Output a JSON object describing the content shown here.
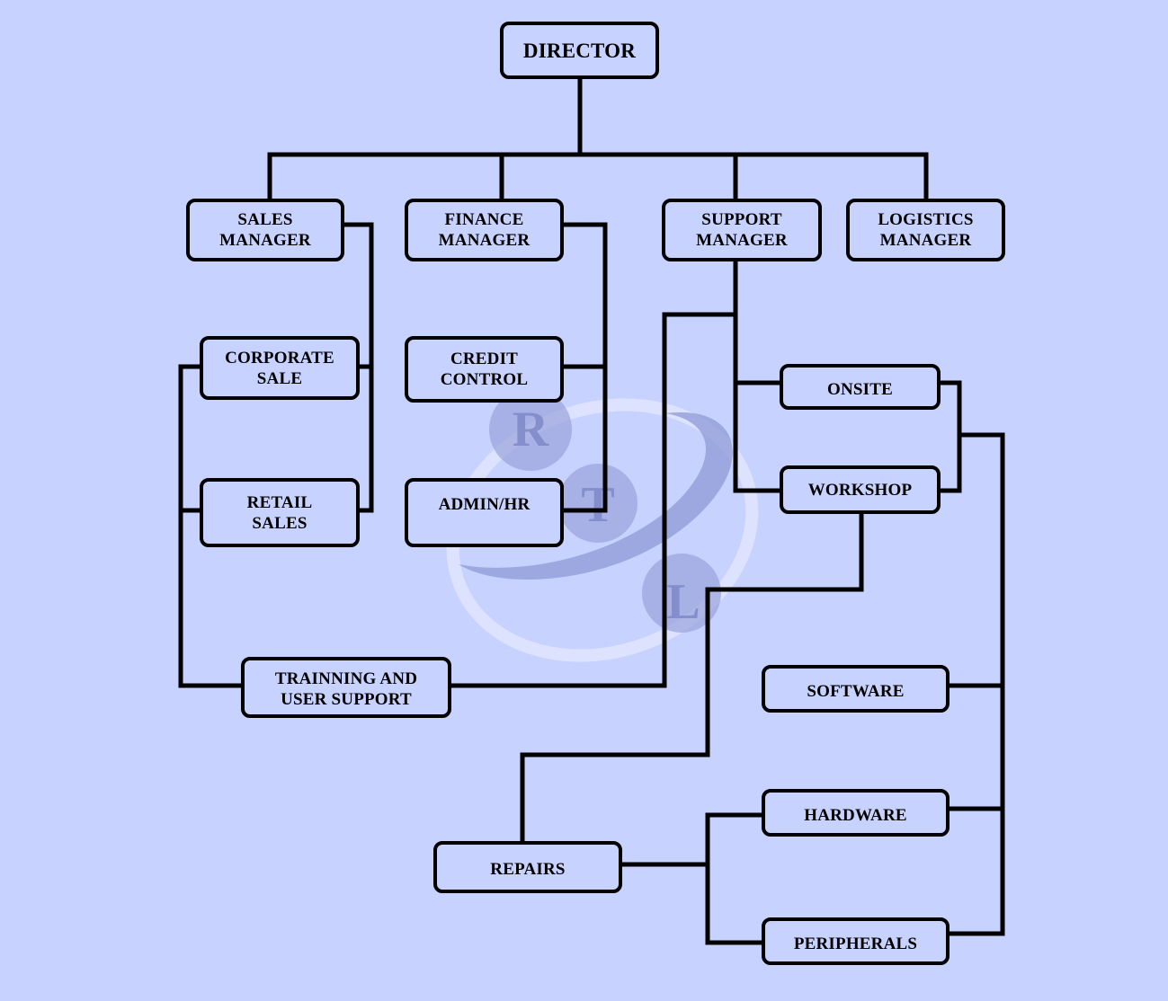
{
  "colors": {
    "background": "#c8d2fe",
    "line": "#000000",
    "box_fill": "#c8d2fe",
    "watermark": "#8f9ad6"
  },
  "watermark": {
    "letters": [
      "R",
      "T",
      "L"
    ]
  },
  "nodes": {
    "director": {
      "lines": [
        "DIRECTOR"
      ]
    },
    "sales_manager": {
      "lines": [
        "SALES",
        "MANAGER"
      ]
    },
    "finance_manager": {
      "lines": [
        "FINANCE",
        "MANAGER"
      ]
    },
    "support_manager": {
      "lines": [
        "SUPPORT",
        "MANAGER"
      ]
    },
    "logistics_manager": {
      "lines": [
        "LOGISTICS",
        "MANAGER"
      ]
    },
    "corporate_sale": {
      "lines": [
        "CORPORATE",
        "SALE"
      ]
    },
    "retail_sales": {
      "lines": [
        "RETAIL",
        "SALES"
      ]
    },
    "credit_control": {
      "lines": [
        "CREDIT",
        "CONTROL"
      ]
    },
    "admin_hr": {
      "lines": [
        "ADMIN/HR"
      ]
    },
    "onsite": {
      "lines": [
        "ONSITE"
      ]
    },
    "workshop": {
      "lines": [
        "WORKSHOP"
      ]
    },
    "training": {
      "lines": [
        "TRAINNING AND",
        "USER SUPPORT"
      ]
    },
    "software": {
      "lines": [
        "SOFTWARE"
      ]
    },
    "hardware": {
      "lines": [
        "HARDWARE"
      ]
    },
    "peripherals": {
      "lines": [
        "PERIPHERALS"
      ]
    },
    "repairs": {
      "lines": [
        "REPAIRS"
      ]
    }
  }
}
